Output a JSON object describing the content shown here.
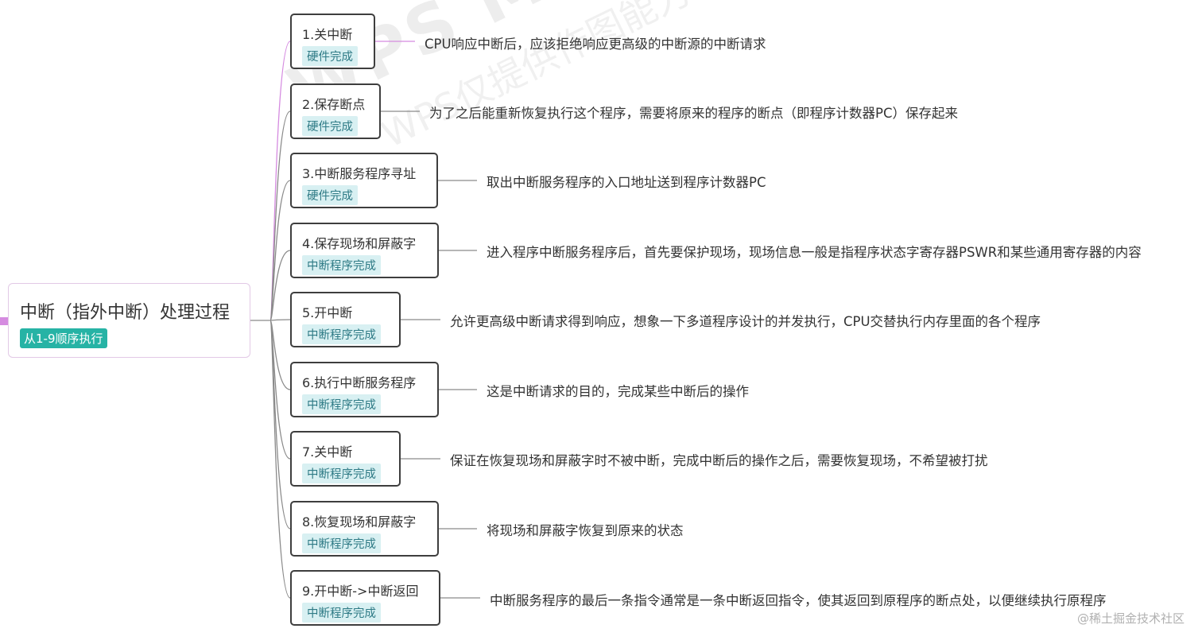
{
  "root": {
    "title": "中断（指外中断）处理过程",
    "tag": "从1-9顺序执行"
  },
  "steps": [
    {
      "title": "1.关中断",
      "tag": "硬件完成",
      "desc": "CPU响应中断后，应该拒绝响应更高级的中断源的中断请求"
    },
    {
      "title": "2.保存断点",
      "tag": "硬件完成",
      "desc": "为了之后能重新恢复执行这个程序，需要将原来的程序的断点（即程序计数器PC）保存起来"
    },
    {
      "title": "3.中断服务程序寻址",
      "tag": "硬件完成",
      "desc": "取出中断服务程序的入口地址送到程序计数器PC"
    },
    {
      "title": "4.保存现场和屏蔽字",
      "tag": "中断程序完成",
      "desc": "进入程序中断服务程序后，首先要保护现场，现场信息一般是指程序状态字寄存器PSWR和某些通用寄存器的内容"
    },
    {
      "title": "5.开中断",
      "tag": "中断程序完成",
      "desc": "允许更高级中断请求得到响应，想象一下多道程序设计的并发执行，CPU交替执行内存里面的各个程序"
    },
    {
      "title": "6.执行中断服务程序",
      "tag": "中断程序完成",
      "desc": "这是中断请求的目的，完成某些中断后的操作"
    },
    {
      "title": "7.关中断",
      "tag": "中断程序完成",
      "desc": "保证在恢复现场和屏蔽字时不被中断，完成中断后的操作之后，需要恢复现场，不希望被打扰"
    },
    {
      "title": "8.恢复现场和屏蔽字",
      "tag": "中断程序完成",
      "desc": "将现场和屏蔽字恢复到原来的状态"
    },
    {
      "title": "9.开中断->中断返回",
      "tag": "中断程序完成",
      "desc": "中断服务程序的最后一条指令通常是一条中断返回指令，使其返回到原程序的断点处，以便继续执行原程序"
    }
  ],
  "watermark": {
    "brand": "WPS MIND",
    "subtitle": "WPS仅提供作图能力"
  },
  "footer": {
    "credit": "@稀土掘金技术社区"
  },
  "colors": {
    "root_tag_bg": "#26b3a5",
    "step_tag_bg": "#d8f0f2",
    "step_tag_text": "#2f7b86",
    "node_border": "#3e3e3e",
    "first_link": "#d58be0",
    "link": "#8a8a8a"
  }
}
